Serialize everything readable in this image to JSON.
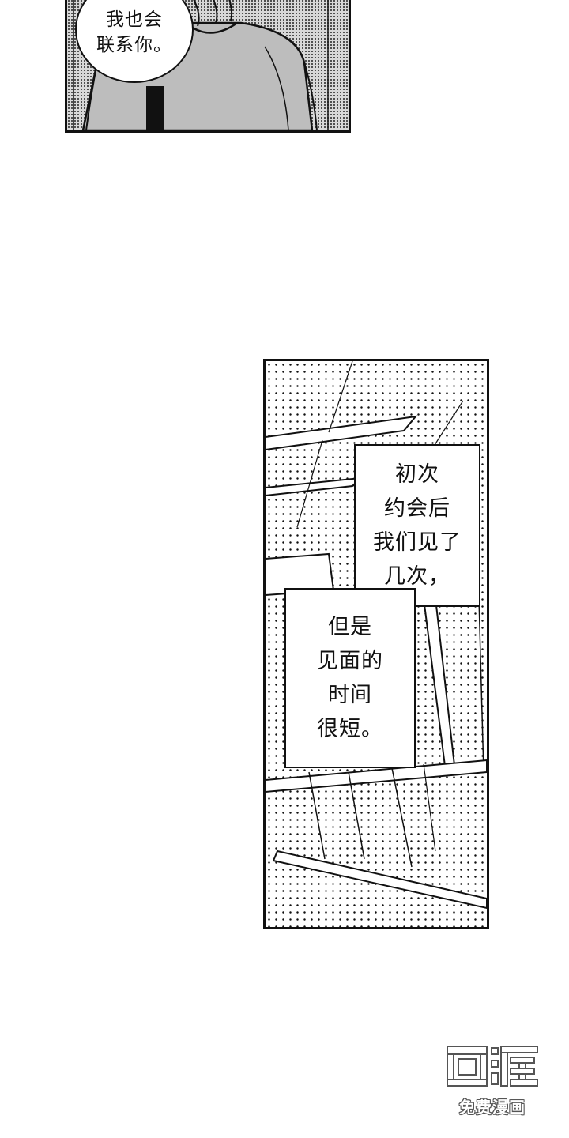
{
  "top_panel": {
    "speech_lines": [
      "我也会",
      "联系你。"
    ]
  },
  "right_panel": {
    "caption_a_lines": [
      "初次",
      "约会后",
      "我们见了",
      "几次，"
    ],
    "caption_b_lines": [
      "但是",
      "见面的",
      "时间",
      "很短。"
    ]
  },
  "watermark": {
    "logo_text": "画涯",
    "label": "免费漫画"
  },
  "colors": {
    "ink": "#111111",
    "paper": "#ffffff",
    "screentone": "#d8d8d8"
  }
}
